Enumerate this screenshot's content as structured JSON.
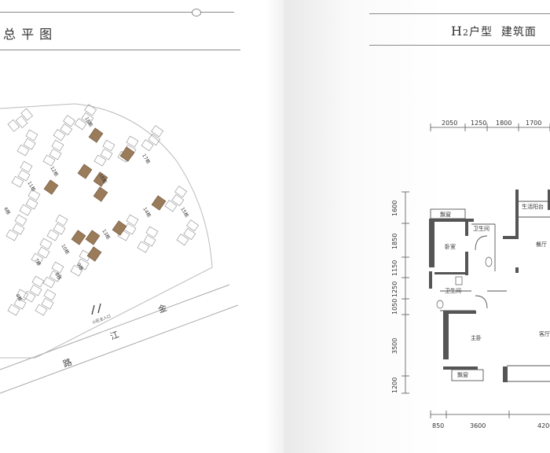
{
  "left_page": {
    "title": "总 平 图",
    "buildings": [
      "18栋",
      "17栋",
      "16栋",
      "15栋",
      "14栋",
      "13栋",
      "12栋",
      "11栋",
      "10栋",
      "9栋",
      "8栋",
      "7栋",
      "6栋",
      "4栋"
    ],
    "road_chars": [
      "路",
      "江",
      "金"
    ],
    "entrance_label": "小区主入口"
  },
  "right_page": {
    "title_main": "H",
    "title_sub": "2",
    "title_rest": "户型  建筑面",
    "top_dims": [
      "2050",
      "1250",
      "1800",
      "1700"
    ],
    "left_dims": [
      "1600",
      "1850",
      "1150",
      "1250",
      "1050",
      "3500",
      "1200"
    ],
    "bottom_dims": [
      "850",
      "3600",
      "4200"
    ],
    "rooms": {
      "balcony": "生活阳台",
      "bay_window_1": "飘窗",
      "bathroom_1": "卫生间",
      "bedroom": "卧室",
      "restaurant": "餐厅",
      "bathroom_2": "卫生间",
      "master_bedroom": "主卧",
      "living_room": "客厅",
      "bay_window_2": "飘窗"
    }
  }
}
